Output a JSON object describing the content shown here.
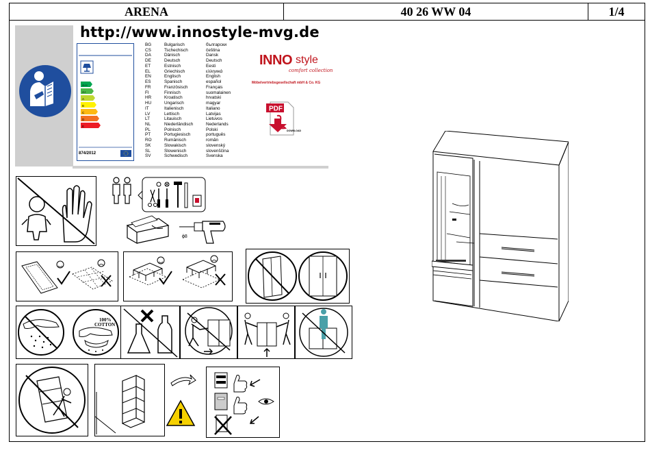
{
  "header": {
    "title": "ARENA",
    "code": "40 26 WW 04",
    "page": "1/4"
  },
  "url": "http://www.innostyle-mvg.de",
  "energy_label": {
    "regulation": "874/2012",
    "classes": [
      "A++",
      "A+",
      "A",
      "B",
      "C",
      "D",
      "E"
    ]
  },
  "languages": [
    {
      "code": "BG",
      "german": "Bulgarisch",
      "native": "български"
    },
    {
      "code": "CS",
      "german": "Tschechisch",
      "native": "čeština"
    },
    {
      "code": "DA",
      "german": "Dänisch",
      "native": "Dansk"
    },
    {
      "code": "DE",
      "german": "Deutsch",
      "native": "Deutsch"
    },
    {
      "code": "ET",
      "german": "Estnisch",
      "native": "Eesti"
    },
    {
      "code": "EL",
      "german": "Griechisch",
      "native": "ελληνικά"
    },
    {
      "code": "EN",
      "german": "Englisch",
      "native": "English"
    },
    {
      "code": "ES",
      "german": "Spanisch",
      "native": "español"
    },
    {
      "code": "FR",
      "german": "Französisch",
      "native": "Français"
    },
    {
      "code": "FI",
      "german": "Finnisch",
      "native": "suomalainen"
    },
    {
      "code": "HR",
      "german": "Kroatisch",
      "native": "hrvatski"
    },
    {
      "code": "HU",
      "german": "Ungarisch",
      "native": "magyar"
    },
    {
      "code": "IT",
      "german": "Italienisch",
      "native": "Italiano"
    },
    {
      "code": "LV",
      "german": "Lettisch",
      "native": "Latvijas"
    },
    {
      "code": "LT",
      "german": "Litauisch",
      "native": "Lietuvos"
    },
    {
      "code": "NL",
      "german": "Niederländisch",
      "native": "Nederlands"
    },
    {
      "code": "PL",
      "german": "Polnisch",
      "native": "Polski"
    },
    {
      "code": "PT",
      "german": "Portugiesisch",
      "native": "português"
    },
    {
      "code": "RO",
      "german": "Rumänisch",
      "native": "român"
    },
    {
      "code": "SK",
      "german": "Slowakisch",
      "native": "slovenský"
    },
    {
      "code": "SL",
      "german": "Slowenisch",
      "native": "slovenščina"
    },
    {
      "code": "SV",
      "german": "Schwedisch",
      "native": "Svenska"
    }
  ],
  "logo": {
    "brand_inno": "INNO",
    "brand_style": "style",
    "tagline": "comfort collection",
    "company": "Möbelvertriebsgesellschaft mbH & Co. KG"
  },
  "pdf": {
    "label": "PDF",
    "download": "DOWNLOAD"
  },
  "drill_size": "ϕ8",
  "cotton_label_1": "100%",
  "cotton_label_2": "COTTON",
  "colors": {
    "gray_panel": "#cfcfcf",
    "manual_blue": "#1f4e9e",
    "pdf_red": "#c8102e",
    "inno_red": "#c0141c",
    "warning_yellow": "#f5d000",
    "person_teal": "#4aa0a8"
  },
  "icons": [
    "read-manual-icon",
    "energy-label-icon",
    "innostyle-logo",
    "pdf-download-icon",
    "no-children-icon",
    "two-person-assembly-icon",
    "tools-icon",
    "drill-icon",
    "assemble-on-carpet-icon",
    "assemble-on-flat-surface-icon",
    "no-tall-furniture-icon",
    "clean-with-damp-cloth-icon",
    "no-chemicals-icon",
    "move-furniture-icon",
    "tip-over-warning-icon",
    "wall-anchor-icon",
    "warning-icon",
    "check-fittings-icon"
  ]
}
